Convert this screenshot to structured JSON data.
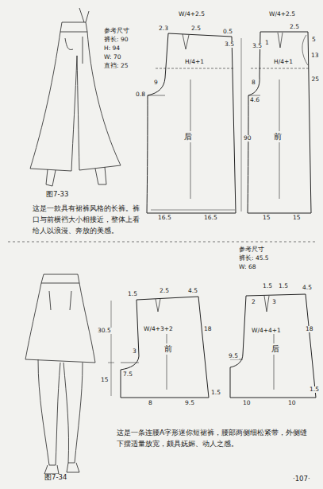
{
  "diagram": {
    "nodes": [
      {
        "text": [
          "后"
        ]
      },
      {
        "text": [
          "前"
        ]
      },
      {
        "text": [
          "前"
        ]
      },
      {
        "text": [
          "后"
        ]
      }
    ],
    "labels": [
      "参考尺寸",
      "裤长: 90",
      "H: 94",
      "W: 70",
      "直裆: 25",
      "图7-33",
      "这是一款具有裙裤风格的长裤。裤口与前横裆大小相接近，整体上看给人以浪漫、奔放的美感。",
      "W/4+2.5",
      "2.3",
      "2.5",
      "0.5",
      "3.5",
      "H/4+1",
      "9",
      "0.8",
      "90",
      "16.5",
      "16.5",
      "W/4+2.5",
      "1",
      "3.5",
      "2.5",
      "5",
      "13",
      "25",
      "H/4+1",
      "8",
      "4.6",
      "15",
      "15",
      "参考尺寸",
      "裤长: 45.5",
      "W: 68",
      "图7-34",
      "这是一条连腰A字形迷你短裙裤，腰部两侧细松紧带，外侧缝下摆适量放宽，颇具妩媚、动人之感。",
      "·107·",
      "2.5",
      "1.5",
      "4.5",
      "W/4+3+2",
      "18",
      "30.5",
      "3",
      "7.5",
      "15",
      "8",
      "9.5",
      "1.5",
      "1.5",
      "1.5",
      "2",
      "3",
      "4.5",
      "W/4+4+1",
      "18",
      "9.5",
      "10",
      "10",
      "1.5"
    ]
  }
}
